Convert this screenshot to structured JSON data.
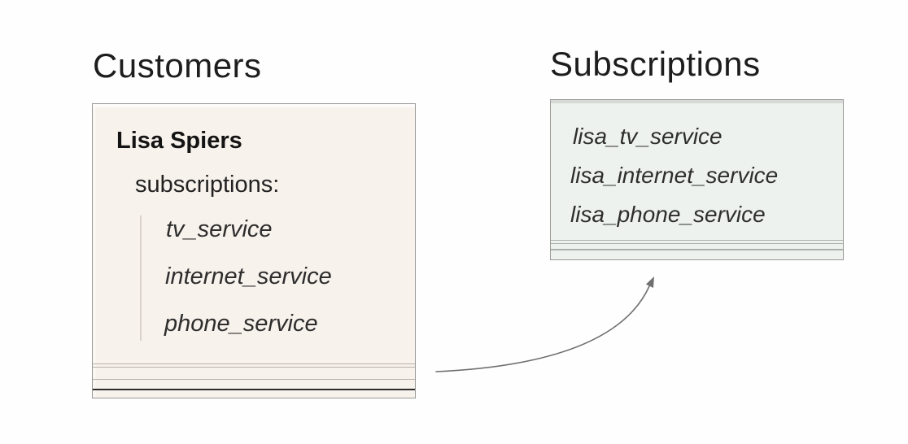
{
  "canvas": {
    "background": "#fdfefd"
  },
  "customers": {
    "title": "Customers",
    "record": {
      "name": "Lisa Spiers",
      "field_label": "subscriptions:",
      "items": [
        "tv_service",
        "internet_service",
        "phone_service"
      ]
    },
    "colors": {
      "fill": "#f8f2ec",
      "border": "#9b9b98"
    }
  },
  "subscriptions": {
    "title": "Subscriptions",
    "items": [
      "lisa_tv_service",
      "lisa_internet_service",
      "lisa_phone_service"
    ],
    "colors": {
      "fill": "#edf2ee",
      "border": "#8f948f"
    }
  },
  "arrow": {
    "color": "#6f6f6f"
  }
}
